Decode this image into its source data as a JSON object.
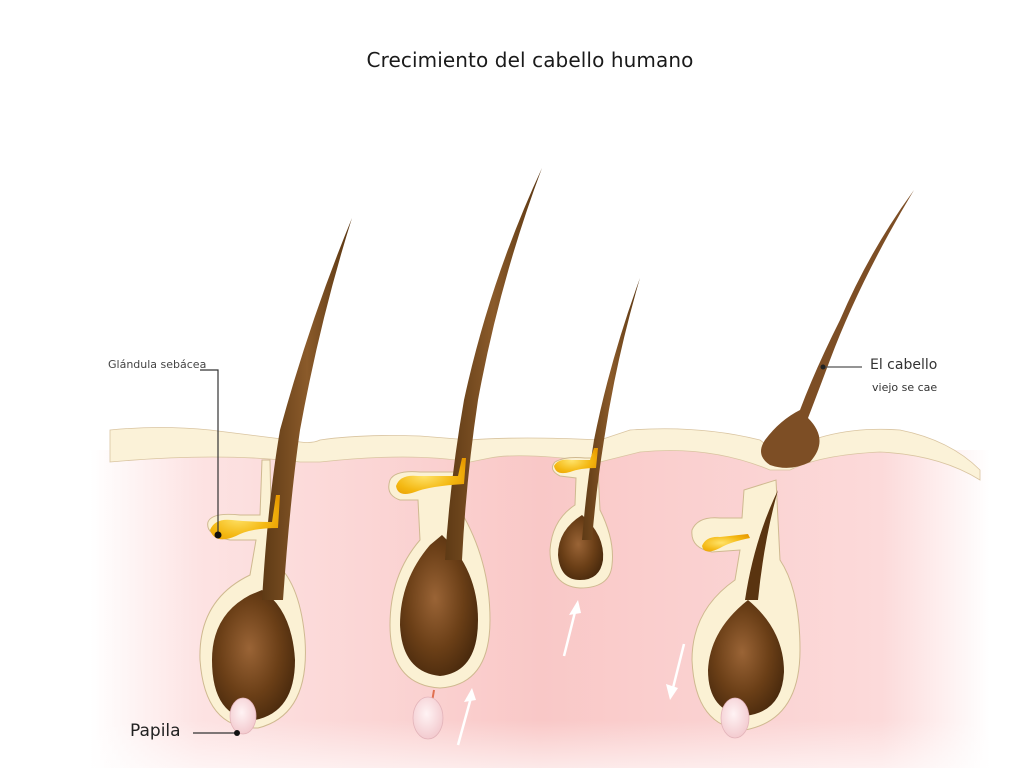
{
  "title": "Crecimiento del cabello humano",
  "labels": {
    "sebaceous_gland": "Glándula sebácea",
    "old_hair_line1": "El cabello",
    "old_hair_line2": "viejo se cae",
    "papilla": "Papila"
  },
  "colors": {
    "skin_dermis": "#f9c9c8",
    "epidermis": "#fbf3dc",
    "hair_shaft": "#7a4a1e",
    "hair_bulb": "#5a3210",
    "sebum": "#f2c11a",
    "papilla": "#f7d9dc",
    "arrow": "#ffffff",
    "text": "#1a1a1a"
  },
  "follicles": [
    {
      "stage": "anagen",
      "index": 1
    },
    {
      "stage": "anagen",
      "index": 2
    },
    {
      "stage": "catagen",
      "index": 3
    },
    {
      "stage": "telogen / exogen",
      "index": 4
    }
  ]
}
